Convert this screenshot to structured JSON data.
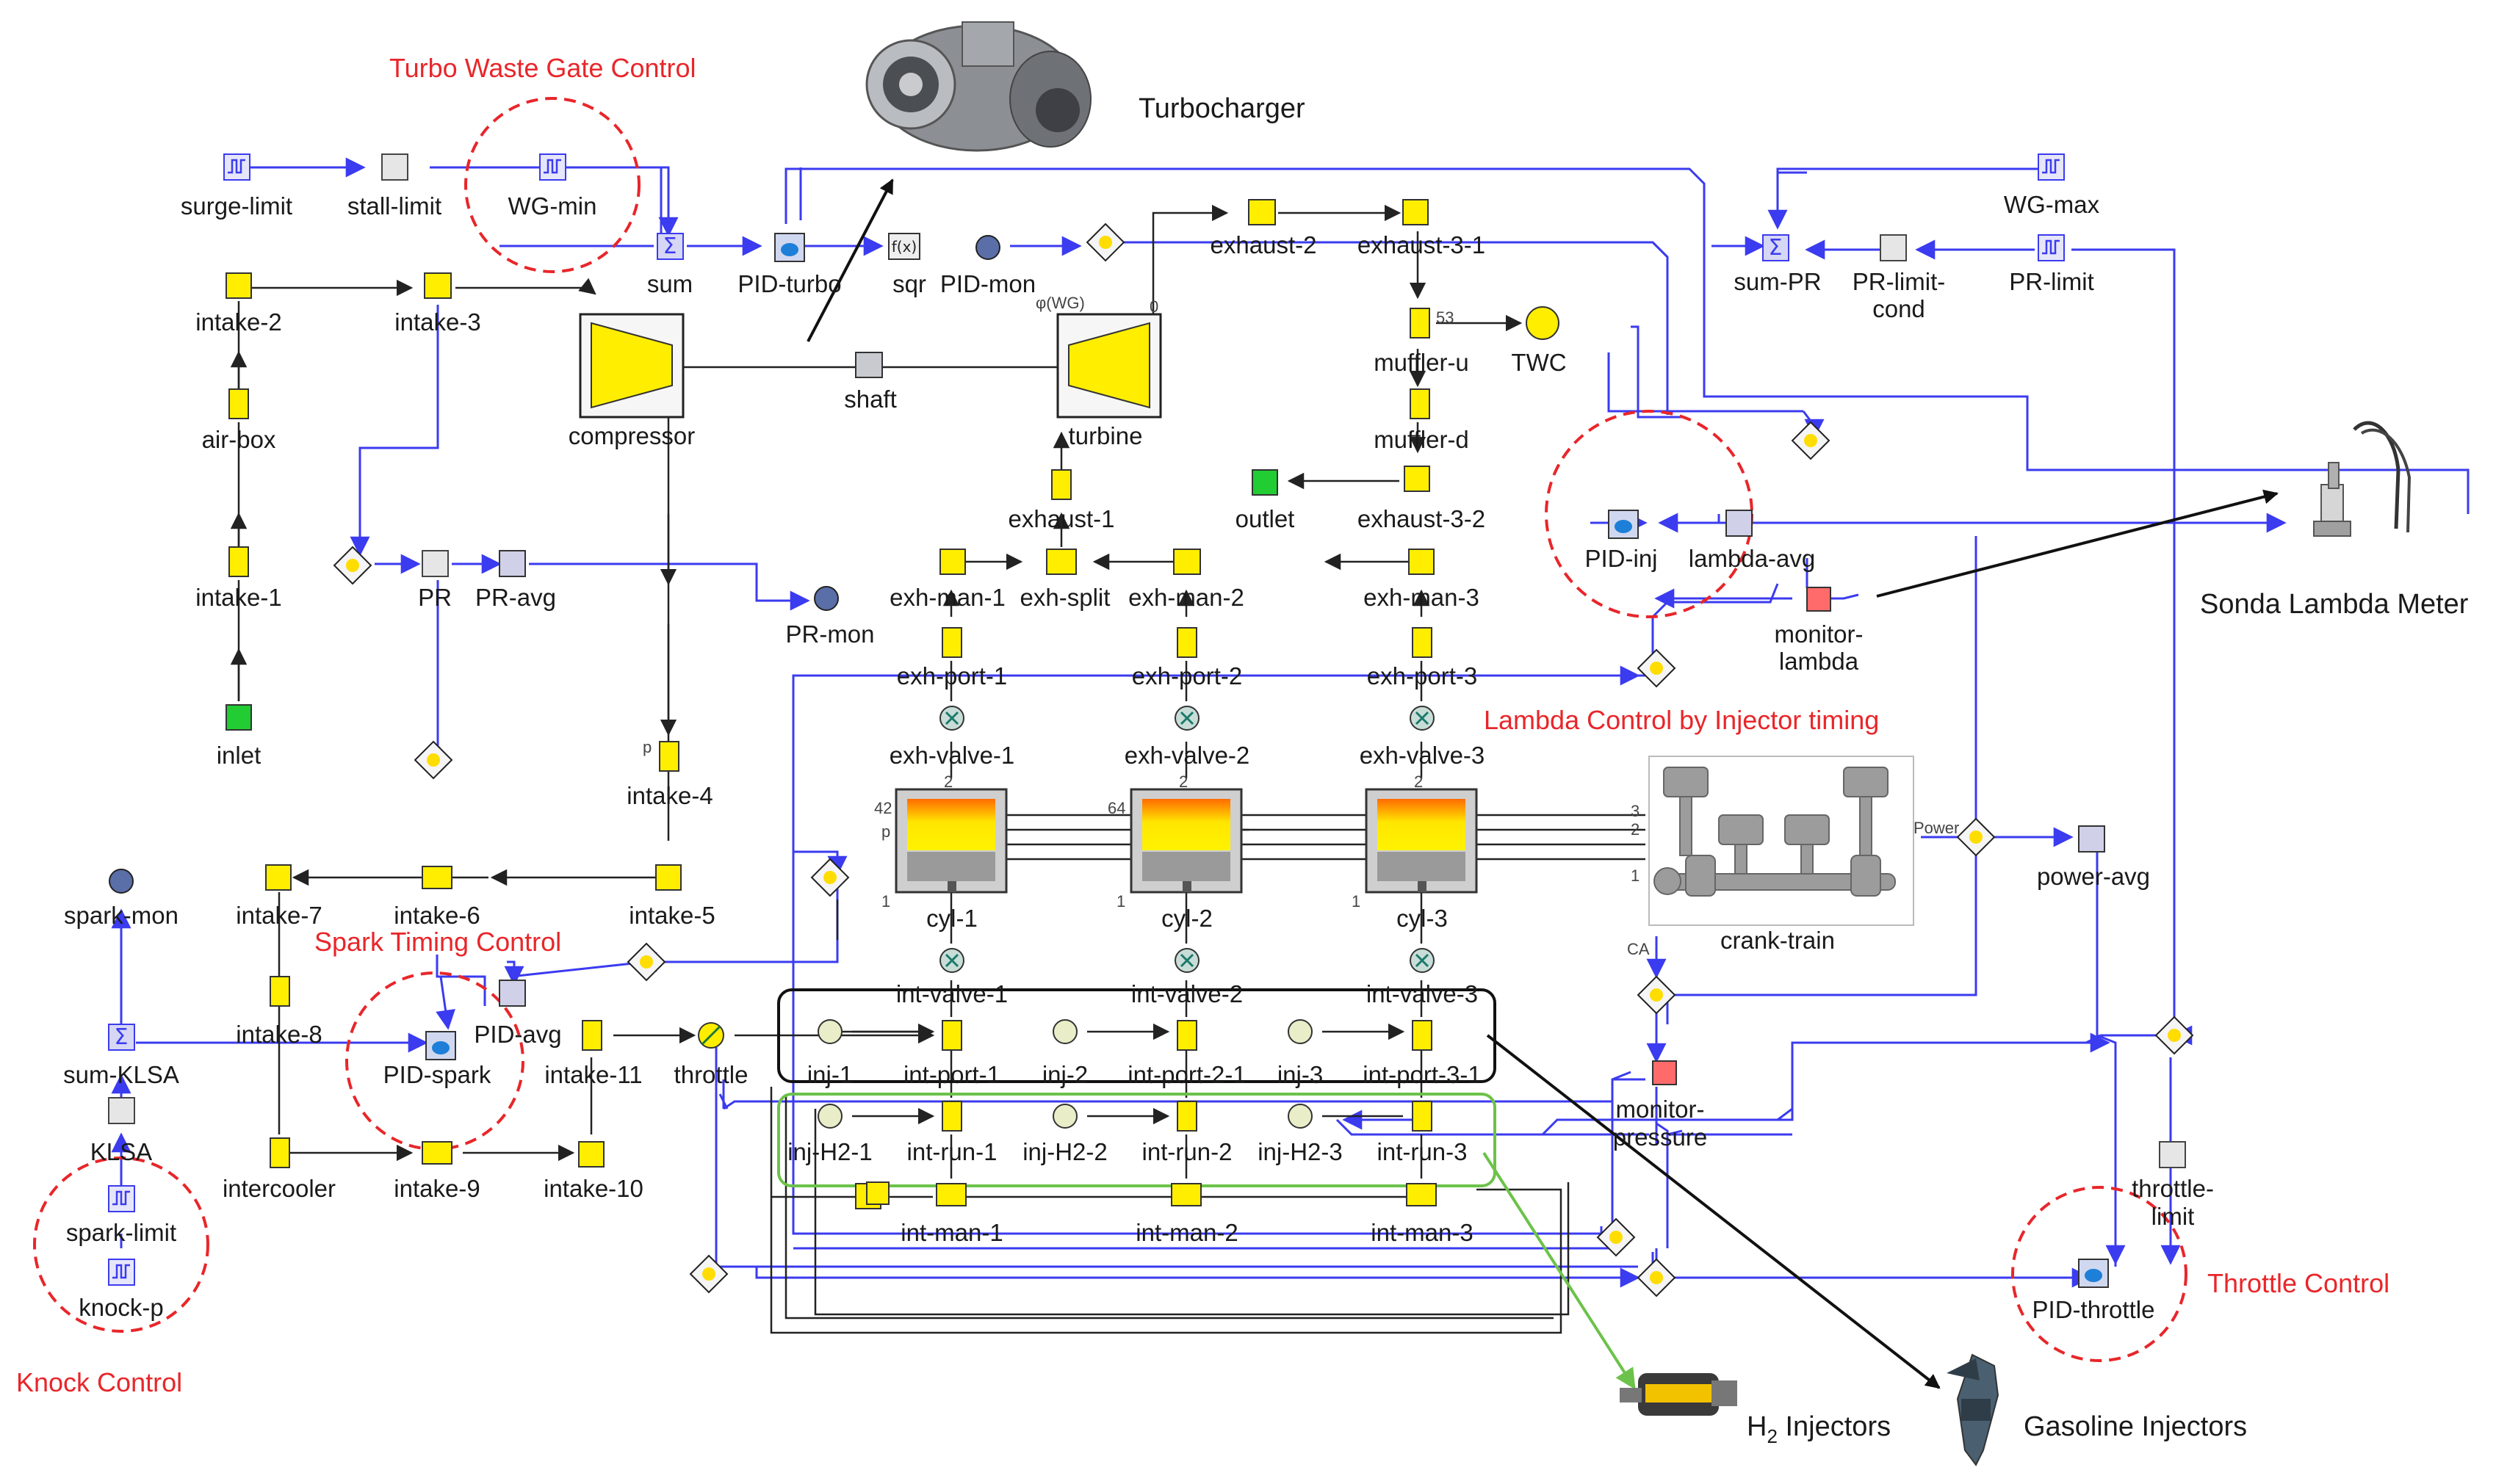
{
  "annotations": {
    "turbo_waste_gate": "Turbo Waste Gate Control",
    "turbocharger": "Turbocharger",
    "lambda_control": "Lambda Control by Injector timing",
    "sonda": "Sonda Lambda Meter",
    "spark_timing": "Spark Timing Control",
    "knock": "Knock Control",
    "throttle_control": "Throttle Control",
    "h2_injectors": "H",
    "h2_sub": "2",
    "h2_tail": " Injectors",
    "gasoline_injectors": "Gasoline Injectors"
  },
  "labels": {
    "surge_limit": "surge-limit",
    "stall_limit": "stall-limit",
    "wg_min": "WG-min",
    "sum": "sum",
    "pid_turbo": "PID-turbo",
    "sqr": "sqr",
    "pid_mon": "PID-mon",
    "exhaust_2": "exhaust-2",
    "exhaust_3_1": "exhaust-3-1",
    "sum_pr": "sum-PR",
    "pr_limit_cond_1": "PR-limit-",
    "pr_limit_cond_2": "cond",
    "wg_max": "WG-max",
    "pr_limit": "PR-limit",
    "intake_2": "intake-2",
    "intake_3": "intake-3",
    "compressor": "compressor",
    "shaft": "shaft",
    "turbine": "turbine",
    "muffler_u": "muffler-u",
    "twc": "TWC",
    "air_box": "air-box",
    "muffler_d": "muffler-d",
    "outlet": "outlet",
    "exhaust_3_2": "exhaust-3-2",
    "exhaust_1": "exhaust-1",
    "pid_inj": "PID-inj",
    "lambda_avg": "lambda-avg",
    "intake_1": "intake-1",
    "pr": "PR",
    "pr_avg": "PR-avg",
    "exh_man_1": "exh-man-1",
    "exh_split": "exh-split",
    "exh_man_2": "exh-man-2",
    "exh_man_3": "exh-man-3",
    "monitor_lambda_1": "monitor-",
    "monitor_lambda_2": "lambda",
    "pr_mon": "PR-mon",
    "exh_port_1": "exh-port-1",
    "exh_port_2": "exh-port-2",
    "exh_port_3": "exh-port-3",
    "inlet": "inlet",
    "exh_valve_1": "exh-valve-1",
    "exh_valve_2": "exh-valve-2",
    "exh_valve_3": "exh-valve-3",
    "intake_4": "intake-4",
    "crank_train": "crank-train",
    "power_avg": "power-avg",
    "spark_mon": "spark-mon",
    "intake_7": "intake-7",
    "intake_6": "intake-6",
    "intake_5": "intake-5",
    "cyl_1": "cyl-1",
    "cyl_2": "cyl-2",
    "cyl_3": "cyl-3",
    "pid_avg": "PID-avg",
    "int_valve_1": "int-valve-1",
    "int_valve_2": "int-valve-2",
    "int_valve_3": "int-valve-3",
    "intake_8": "intake-8",
    "sum_klsa": "sum-KLSA",
    "pid_spark": "PID-spark",
    "intake_11": "intake-11",
    "throttle": "throttle",
    "inj_1": "inj-1",
    "int_port_1": "int-port-1",
    "inj_2": "inj-2",
    "int_port_2_1": "int-port-2-1",
    "inj_3": "inj-3",
    "int_port_3_1": "int-port-3-1",
    "monitor_pressure_1": "monitor-",
    "monitor_pressure_2": "pressure",
    "klsa": "KLSA",
    "intercooler": "intercooler",
    "intake_9": "intake-9",
    "intake_10": "intake-10",
    "inj_h2_1": "inj-H2-1",
    "int_run_1": "int-run-1",
    "inj_h2_2": "inj-H2-2",
    "int_run_2": "int-run-2",
    "inj_h2_3": "inj-H2-3",
    "int_run_3": "int-run-3",
    "throttle_limit_1": "throttle-",
    "throttle_limit_2": "limit",
    "spark_limit": "spark-limit",
    "int_man_1": "int-man-1",
    "int_man_2": "int-man-2",
    "int_man_3": "int-man-3",
    "knock_p": "knock-p",
    "pid_throttle": "PID-throttle"
  },
  "ports": {
    "p42": "42",
    "p64": "64",
    "p53": "53",
    "p0": "0",
    "phi_wg": "φ(WG)",
    "power": "Power",
    "ca": "CA",
    "p": "p",
    "n1": "1",
    "n2": "2",
    "n3": "3"
  },
  "colors": {
    "signal_line": "#3b3bf0",
    "flow_line": "#222222",
    "highlight_red": "#e8262a",
    "box_black": "#111111",
    "box_green": "#6cc24a",
    "component_yellow": "#ffee00"
  }
}
